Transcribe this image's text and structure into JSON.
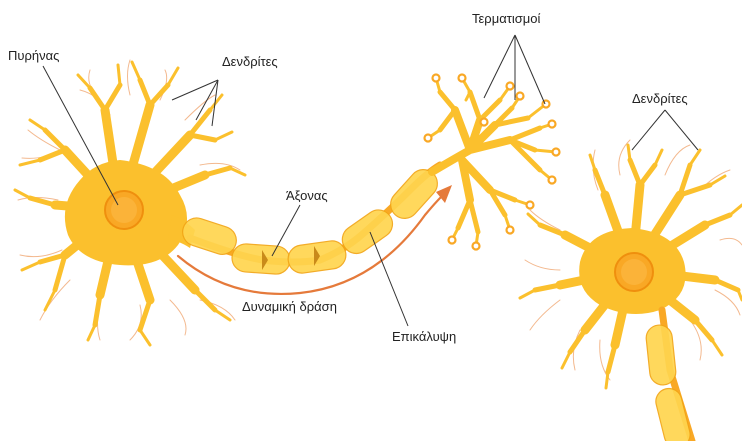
{
  "diagram": {
    "title": "",
    "colors": {
      "neuron": "#FBC02D",
      "myelin": "#FFD54F",
      "nucleus": "#F9A825",
      "action_potential_arrow": "#E57A3B",
      "dendrite_tips": "#F3B98F"
    },
    "labels": {
      "nucleus": "Πυρήνας",
      "dendrites_left": "Δενδρίτες",
      "axon": "Άξονας",
      "terminals": "Τερματισμοί",
      "dendrites_right": "Δενδρίτες",
      "action_potential": "Δυναμική δράση",
      "myelin_sheath": "Επικάλυψη"
    }
  }
}
